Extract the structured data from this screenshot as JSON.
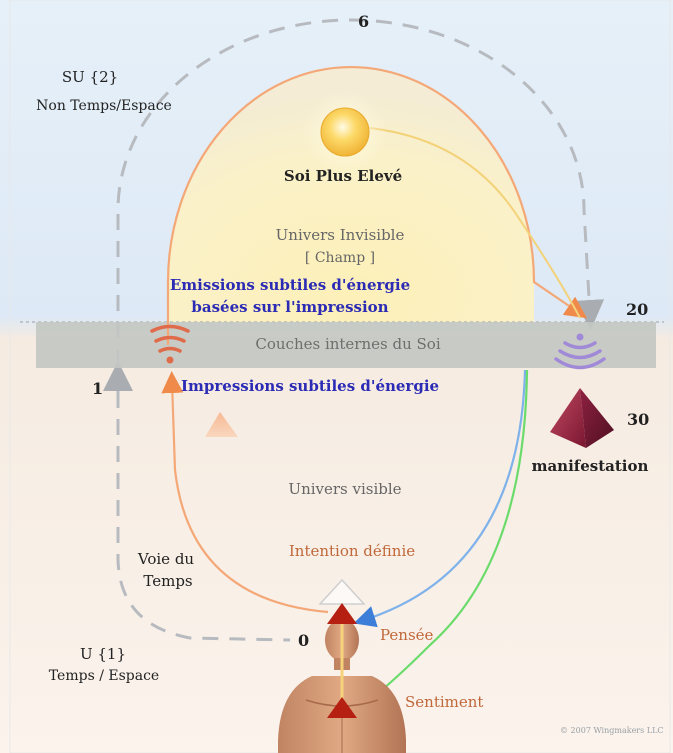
{
  "top": {
    "number_6": "6",
    "su_title": "SU {2}",
    "su_subtitle": "Non Temps/Espace",
    "higher_self": "Soi Plus Elevé"
  },
  "invisible": {
    "title": "Univers Invisible",
    "field": "[ Champ ]",
    "emissions_line1": "Emissions subtiles d'énergie",
    "emissions_line2": "basées sur l'impression"
  },
  "band": {
    "label": "Couches internes du Soi",
    "number_20": "20"
  },
  "middle": {
    "number_1": "1",
    "impressions": "Impressions subtiles d'énergie",
    "number_30": "30",
    "manifestation": "manifestation",
    "visible": "Univers visible"
  },
  "lower": {
    "intention": "Intention définie",
    "path_line1": "Voie du",
    "path_line2": "Temps",
    "number_0": "0",
    "thought": "Pensée",
    "u_title": "U {1}",
    "u_subtitle": "Temps / Espace",
    "feeling": "Sentiment",
    "copyright": "© 2007 Wingmakers LLC"
  },
  "colors": {
    "sky_top": "#dbeaf8",
    "ground": "#f7ede4",
    "band": "#c3c8c2",
    "dome": "#fbf3c8",
    "sun": "#f6c94a",
    "orange_arc": "#f4a878",
    "blue_arrow": "#7fb2ea",
    "green_arrow": "#6bdc6b",
    "gray_dashes": "#b7bbc0",
    "triangle_red": "#b52012",
    "pyramid": "#8b1d3c",
    "waves_purple": "#a08ad8",
    "waves_red": "#e06b4b"
  }
}
